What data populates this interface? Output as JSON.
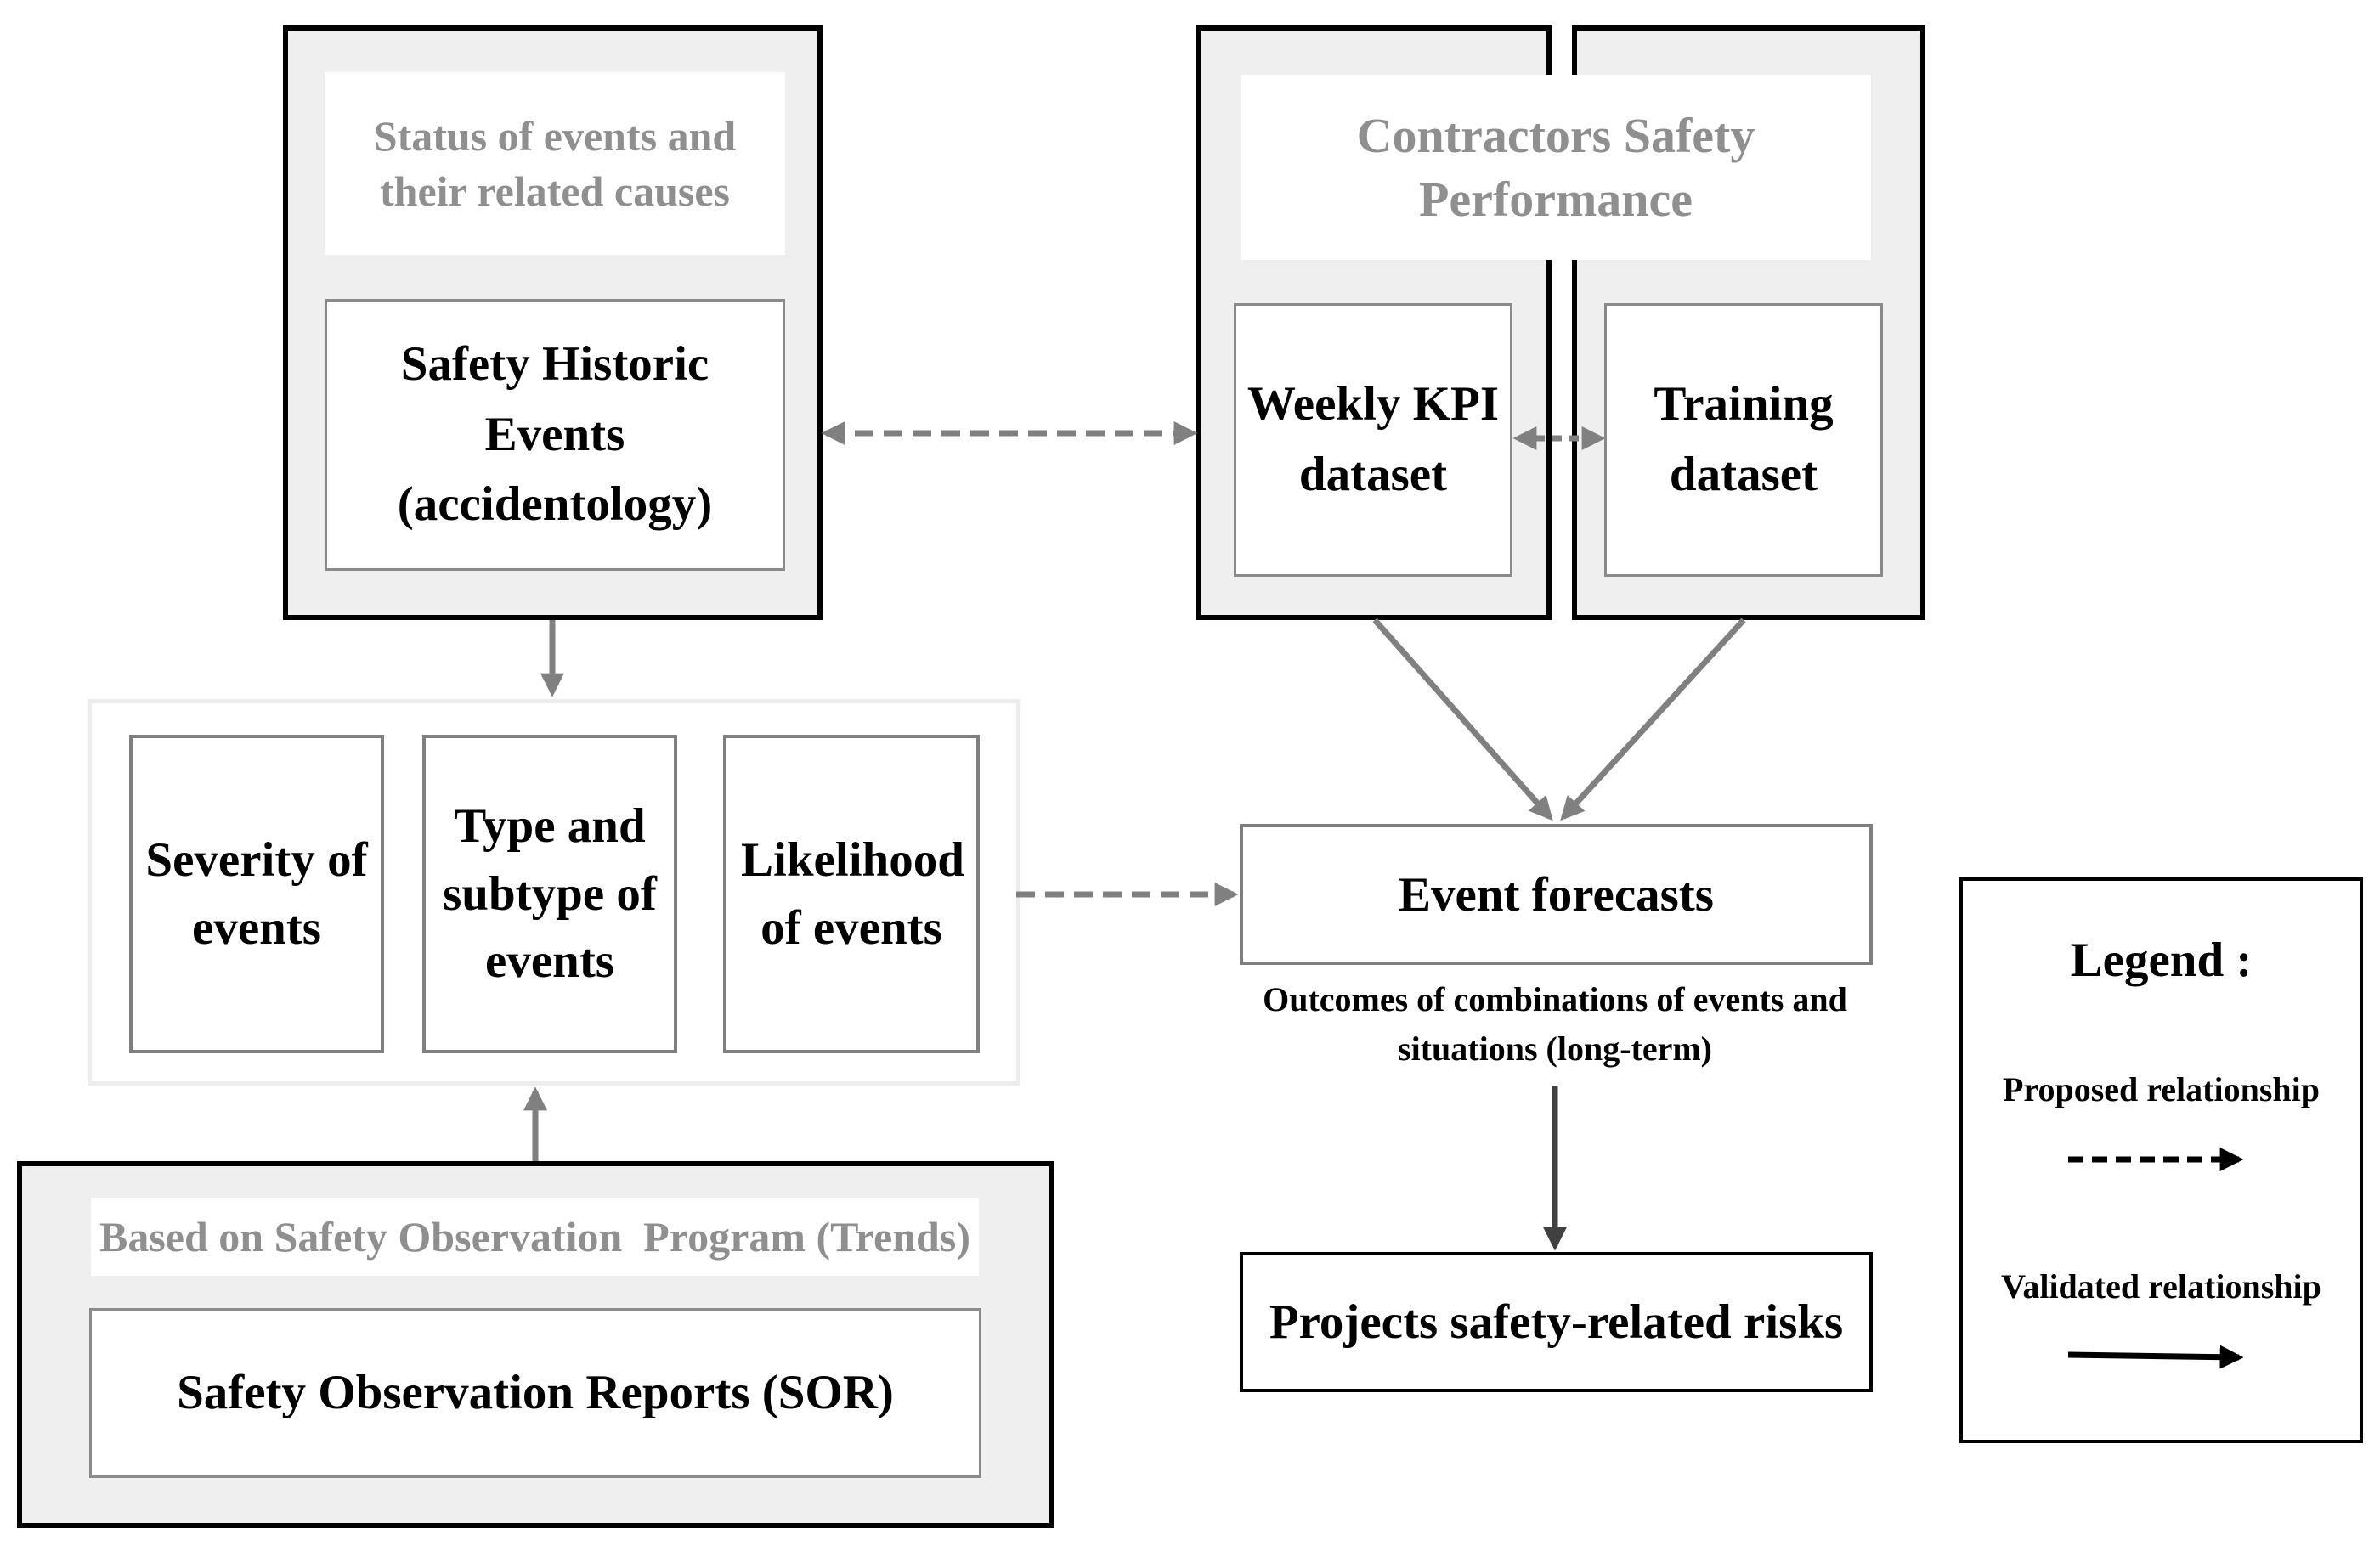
{
  "historic": {
    "header": "Status of events and their related causes",
    "title": "Safety Historic Events (accidentology)"
  },
  "contractors": {
    "header": "Contractors Safety Performance",
    "weekly": "Weekly KPI dataset",
    "training": "Training dataset"
  },
  "event_attributes": {
    "severity": "Severity of events",
    "type": "Type and subtype of events",
    "likelihood": "Likelihood of events"
  },
  "forecast": {
    "title": "Event forecasts",
    "caption": "Outcomes of combinations of events and situations (long-term)"
  },
  "risks": {
    "title": "Projects safety-related risks"
  },
  "sor": {
    "header": "Based on Safety Observation  Program (Trends)",
    "title": "Safety Observation Reports (SOR)"
  },
  "legend": {
    "title": "Legend :",
    "proposed": "Proposed relationship",
    "validated": "Validated relationship"
  },
  "colors": {
    "proposed_arrow": "#808080",
    "validated_arrow": "#808080",
    "box_border": "#000000",
    "header_text": "#8f8f8f"
  }
}
